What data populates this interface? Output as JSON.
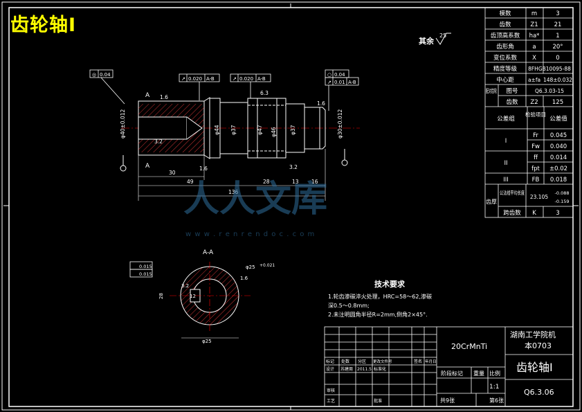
{
  "title": "齿轮轴I",
  "other_roughness": {
    "label": "其余",
    "value": "25"
  },
  "params_table": [
    {
      "name": "模数",
      "sym": "m",
      "val": "3"
    },
    {
      "name": "齿数",
      "sym": "Z1",
      "val": "21"
    },
    {
      "name": "齿顶高系数",
      "sym": "ha*",
      "val": "1"
    },
    {
      "name": "齿形角",
      "sym": "a",
      "val": "20°"
    },
    {
      "name": "变位系数",
      "sym": "X",
      "val": "0"
    },
    {
      "name": "精度等级",
      "sym": "",
      "val": "8FHGB10095-88"
    },
    {
      "name": "中心距",
      "sym": "a±fa",
      "val": "148±0.032"
    }
  ],
  "mate_table": {
    "group": "配对齿轮",
    "rows": [
      {
        "name": "图号",
        "val": "Q6.3.03-15"
      },
      {
        "name": "齿数",
        "sym": "Z2",
        "val": "125"
      }
    ]
  },
  "tol_table": {
    "headers": [
      "公差组",
      "检验项目",
      "公差值"
    ],
    "groups": [
      {
        "name": "I",
        "rows": [
          {
            "item": "Fr",
            "val": "0.045"
          },
          {
            "item": "Fw",
            "val": "0.040"
          }
        ]
      },
      {
        "name": "II",
        "rows": [
          {
            "item": "ff",
            "val": "0.014"
          },
          {
            "item": "fpt",
            "val": "±0.02"
          }
        ]
      },
      {
        "name": "III",
        "rows": [
          {
            "item": "FB",
            "val": "0.018"
          }
        ]
      }
    ],
    "side": "齿厚",
    "normal_len": {
      "name": "公法线平均长度",
      "val": "23.105",
      "dev_up": "-0.088",
      "dev_low": "-0.159"
    },
    "span": {
      "name": "跨齿数",
      "sym": "K",
      "val": "3"
    }
  },
  "dims": {
    "d1": "φ40±0.012",
    "d2": "φ44",
    "d3": "φ37",
    "d4": "φ47",
    "d5": "φ46",
    "d6": "φ37",
    "d7": "φ30±0.012",
    "l1": "30",
    "l2": "49",
    "l3": "136",
    "l4": "28",
    "l5": "13",
    "l6": "16",
    "r1": "1.6",
    "r2": "6.3",
    "r3": "1.6",
    "r4": "3.2",
    "r5": "1.6",
    "r6": "3.2"
  },
  "gdt": [
    {
      "sym": "◎",
      "val": "0.04",
      "ref": ""
    },
    {
      "sym": "↗",
      "val": "0.020",
      "ref": "A-B"
    },
    {
      "sym": "↗",
      "val": "0.020",
      "ref": "A-B"
    },
    {
      "sym": "○",
      "val": "0.04",
      "ref": ""
    },
    {
      "sym": "↗",
      "val": "0.01",
      "ref": "A-B"
    }
  ],
  "section": {
    "label": "A-A",
    "bore": "φ25",
    "tol": "+0.021",
    "depth": "28",
    "key_tol1": "0.015",
    "key_tol2": "0.015",
    "rough1": "3.2",
    "rough2": "12",
    "rough3": "1.6",
    "d_label": "φ25"
  },
  "tech": {
    "title": "技术要求",
    "lines": [
      "1.轮齿渗碳淬火处理，HRC=58～62,渗碳",
      "   深0.5～0.8mm;",
      "2.未注明圆角半径R=2mm,倒角2×45°."
    ]
  },
  "title_block": {
    "material": "20CrMnTi",
    "school": "湖南工学院机",
    "class": "本0703",
    "part": "齿轮轴I",
    "code": "Q6.3.06",
    "scale": "1:1",
    "sheets": "共9张",
    "sheet_no": "第6张",
    "hdrs": [
      "标记",
      "处数",
      "分区",
      "更改文件号",
      "签名",
      "年月日"
    ],
    "hdrs2": [
      "设计",
      "苏建周",
      "2011.5",
      "标准化"
    ],
    "labels": [
      "阶段标记",
      "重量",
      "比例"
    ],
    "bottom": [
      "审核",
      "工艺",
      "批准"
    ]
  },
  "watermark": {
    "brand": "人人文库",
    "url": "w w w . r e n r e n d o c . c o m"
  }
}
